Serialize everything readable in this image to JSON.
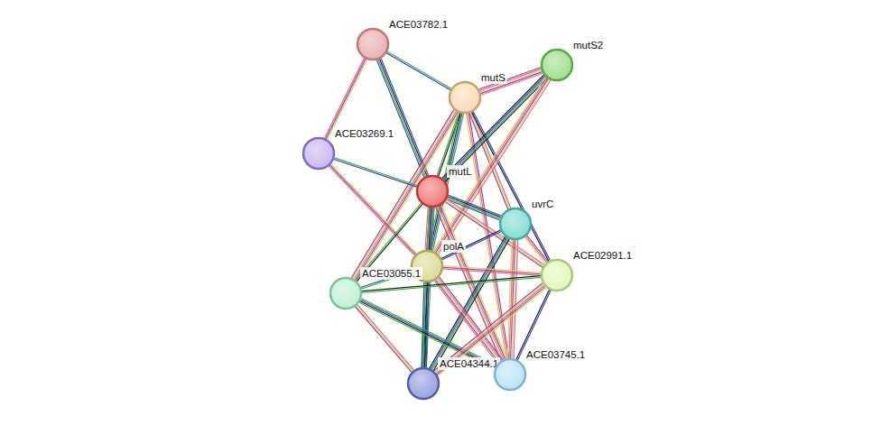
{
  "diagram": {
    "nodes": [
      {
        "text": [
          "ACE03782.1"
        ]
      },
      {
        "text": [
          "mutS"
        ]
      },
      {
        "text": [
          "mutS2"
        ]
      },
      {
        "text": [
          "ACE03269.1"
        ]
      },
      {
        "text": [
          "mutL"
        ]
      },
      {
        "text": [
          "uvrC"
        ]
      },
      {
        "text": [
          "polA"
        ]
      },
      {
        "text": [
          "ACE03055.1"
        ]
      },
      {
        "text": [
          "ACE02991.1"
        ]
      },
      {
        "text": [
          "ACE04344.1"
        ]
      },
      {
        "text": [
          "ACE03745.1"
        ]
      }
    ],
    "edges": [
      {
        "from": 0,
        "to": 1,
        "arrow": "none"
      },
      {
        "from": 0,
        "to": 3,
        "arrow": "none"
      },
      {
        "from": 0,
        "to": 4,
        "arrow": "none"
      },
      {
        "from": 1,
        "to": 2,
        "arrow": "none"
      },
      {
        "from": 1,
        "to": 4,
        "arrow": "none"
      },
      {
        "from": 1,
        "to": 5,
        "arrow": "none"
      },
      {
        "from": 1,
        "to": 6,
        "arrow": "none"
      },
      {
        "from": 1,
        "to": 7,
        "arrow": "none"
      },
      {
        "from": 1,
        "to": 8,
        "arrow": "none"
      },
      {
        "from": 1,
        "to": 10,
        "arrow": "none"
      },
      {
        "from": 2,
        "to": 4,
        "arrow": "none"
      },
      {
        "from": 2,
        "to": 6,
        "arrow": "none"
      },
      {
        "from": 3,
        "to": 4,
        "arrow": "none"
      },
      {
        "from": 3,
        "to": 6,
        "arrow": "none"
      },
      {
        "from": 4,
        "to": 5,
        "arrow": "none"
      },
      {
        "from": 4,
        "to": 6,
        "arrow": "none"
      },
      {
        "from": 4,
        "to": 7,
        "arrow": "none"
      },
      {
        "from": 4,
        "to": 8,
        "arrow": "none"
      },
      {
        "from": 4,
        "to": 9,
        "arrow": "none"
      },
      {
        "from": 4,
        "to": 10,
        "arrow": "none"
      },
      {
        "from": 5,
        "to": 6,
        "arrow": "none"
      },
      {
        "from": 5,
        "to": 8,
        "arrow": "none"
      },
      {
        "from": 5,
        "to": 9,
        "arrow": "none"
      },
      {
        "from": 5,
        "to": 10,
        "arrow": "none"
      },
      {
        "from": 6,
        "to": 7,
        "arrow": "none"
      },
      {
        "from": 6,
        "to": 8,
        "arrow": "none"
      },
      {
        "from": 6,
        "to": 9,
        "arrow": "none"
      },
      {
        "from": 6,
        "to": 10,
        "arrow": "none"
      },
      {
        "from": 7,
        "to": 8,
        "arrow": "none"
      },
      {
        "from": 7,
        "to": 9,
        "arrow": "none"
      },
      {
        "from": 7,
        "to": 10,
        "arrow": "none"
      },
      {
        "from": 8,
        "to": 9,
        "arrow": "none"
      },
      {
        "from": 8,
        "to": 10,
        "arrow": "none"
      }
    ]
  }
}
